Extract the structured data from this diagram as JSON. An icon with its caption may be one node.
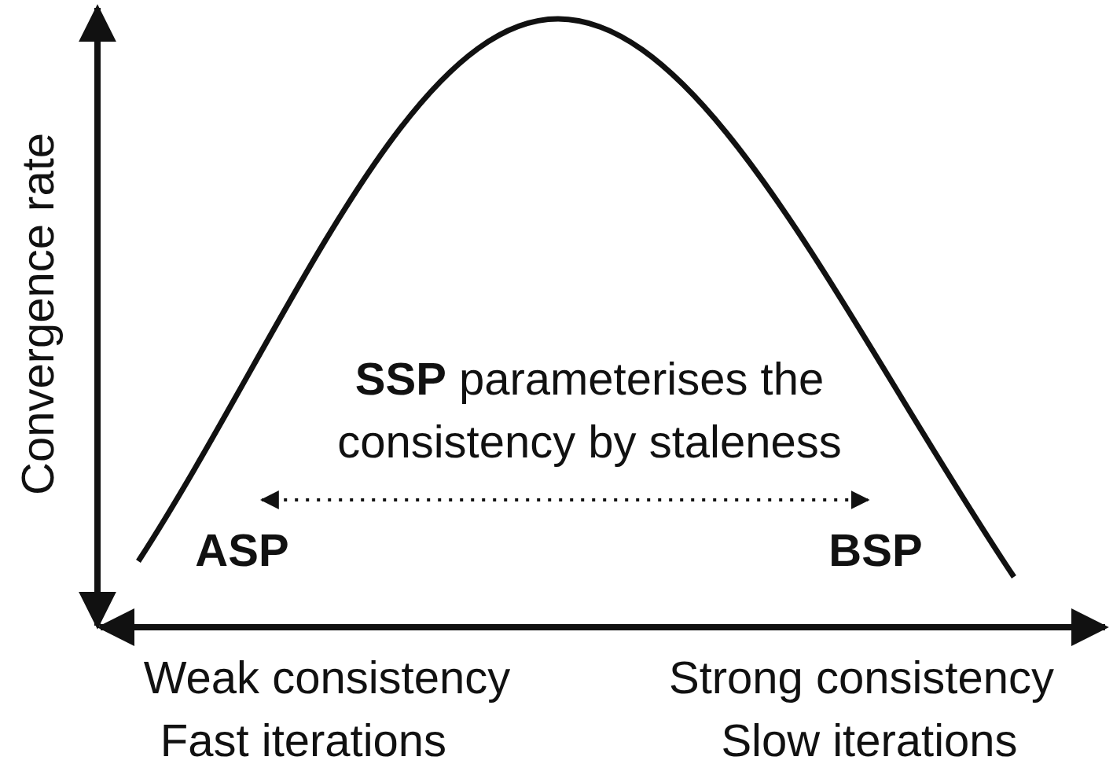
{
  "diagram": {
    "nodes": [
      {
        "text": [
          "ASP"
        ]
      },
      {
        "text": [
          "BSP"
        ]
      }
    ],
    "edges": [
      {
        "from": 0,
        "to": 1,
        "arrow": "both",
        "style": "dashed"
      }
    ],
    "labels": [
      "Convergence rate",
      "**SSP** parameterises the consistency by staleness",
      "Weak consistency",
      "Fast iterations",
      "Strong consistency",
      "Slow iterations"
    ]
  }
}
